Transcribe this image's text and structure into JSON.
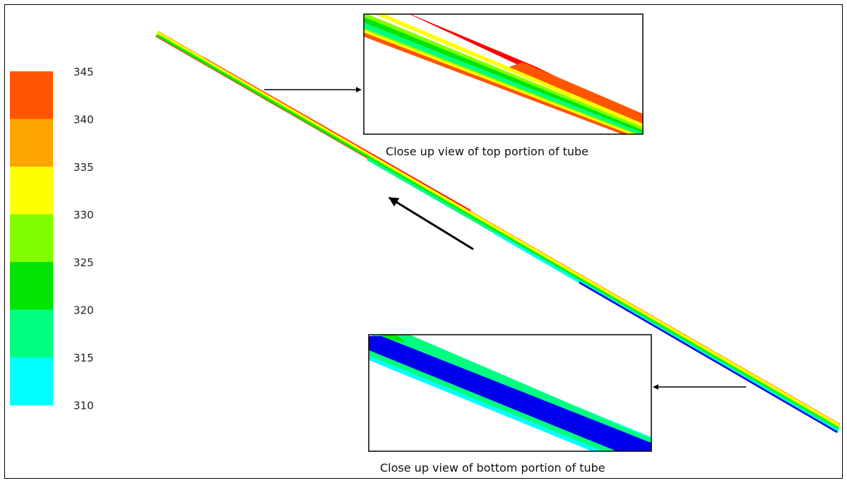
{
  "legend": {
    "ticks": [
      "345",
      "340",
      "335",
      "330",
      "325",
      "320",
      "315",
      "310"
    ],
    "colors": [
      "#FF5500",
      "#FFA500",
      "#FFFF00",
      "#80FF00",
      "#00E600",
      "#00FF80",
      "#00FFFF"
    ]
  },
  "insets": {
    "top": {
      "caption": "Close up view of top portion of tube"
    },
    "bottom": {
      "caption": "Close up view of bottom portion of tube"
    }
  },
  "colors": {
    "red": "#FF0000",
    "orange": "#FF5500",
    "yellow": "#FFFF00",
    "lime": "#80FF00",
    "green": "#00E600",
    "mint": "#00FF80",
    "cyan": "#00FFFF",
    "blue": "#0000EE"
  }
}
